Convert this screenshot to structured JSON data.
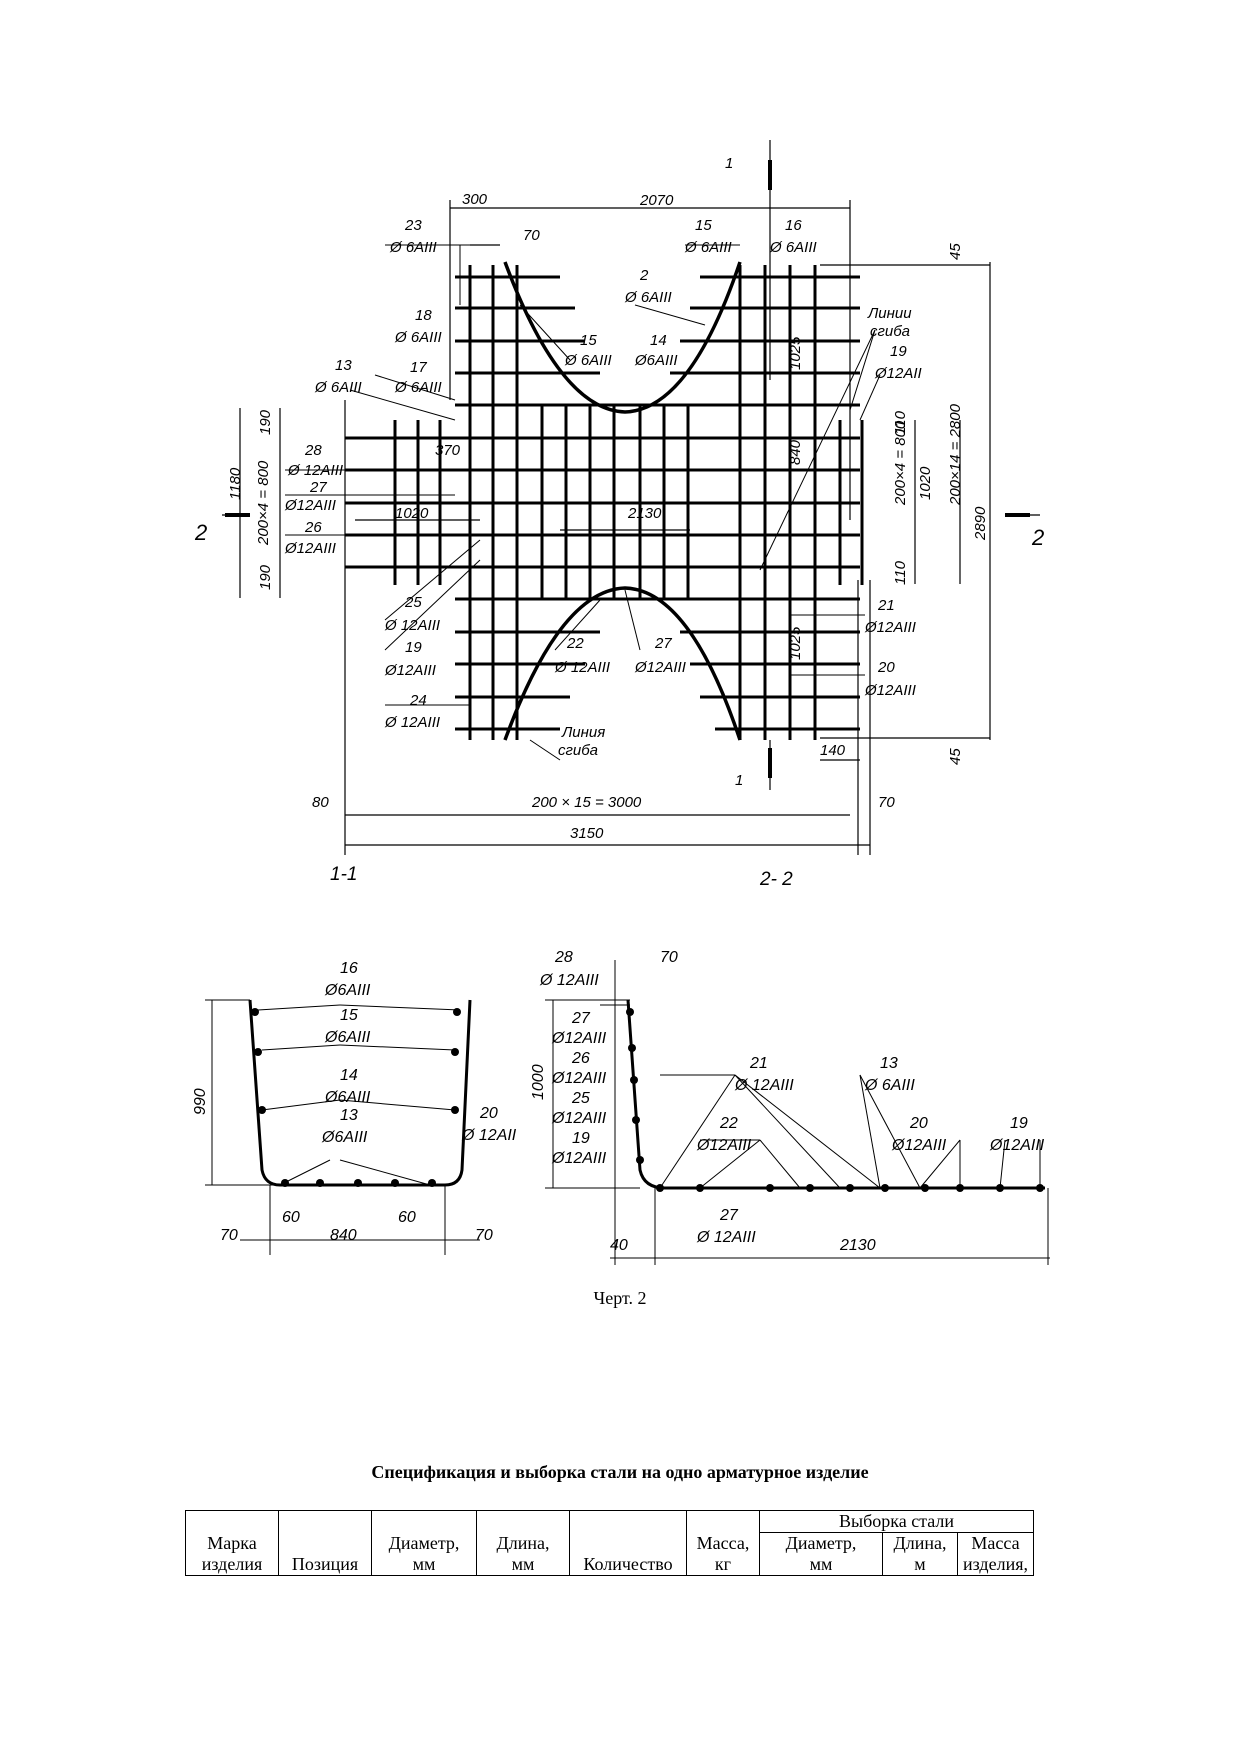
{
  "drawing": {
    "dimensions": {
      "d300": "300",
      "d2070": "2070",
      "d70a": "70",
      "d45a": "45",
      "d45b": "45",
      "d1025a": "1025",
      "d1025b": "1025",
      "d840": "840",
      "d2130": "2130",
      "d1020a": "1020",
      "d1020b": "1020",
      "d370": "370",
      "d190a": "190",
      "d190b": "190",
      "d1180": "1180",
      "d200x4a": "200×4 = 800",
      "d200x4b": "200×4 = 800",
      "d110a": "110",
      "d110b": "110",
      "d200x14": "200×14 = 2800",
      "d2890": "2890",
      "d140": "140",
      "d80": "80",
      "d70b": "70",
      "d200x15": "200 × 15 = 3000",
      "d3150": "3150"
    },
    "callouts": {
      "p23": "23",
      "p23s": "Ø 6AIII",
      "p15a": "15",
      "p15as": "Ø 6AIII",
      "p16a": "16",
      "p16as": "Ø 6AIII",
      "p2": "2",
      "p2s": "Ø 6AIII",
      "p18": "18",
      "p18s": "Ø 6AIII",
      "p15b": "15",
      "p15bs": "Ø 6AIII",
      "p14a": "14",
      "p14as": "Ø6AIII",
      "p13a": "13",
      "p13as": "Ø 6AIII",
      "p17": "17",
      "p17s": "Ø 6AIII",
      "p19a": "19",
      "p19as": "Ø12AII",
      "p28a": "28",
      "p28as": "Ø 12AIII",
      "p27a": "27",
      "p27as": "Ø12AIII",
      "p26a": "26",
      "p26as": "Ø12AIII",
      "p25a": "25",
      "p25as": "Ø 12AIII",
      "p19b": "19",
      "p19bs": "Ø12AIII",
      "p24": "24",
      "p24s": "Ø 12AIII",
      "p22a": "22",
      "p22as": "Ø 12AIII",
      "p27b": "27",
      "p27bs": "Ø12AIII",
      "p21a": "21",
      "p21as": "Ø12AIII",
      "p20a": "20",
      "p20as": "Ø12AIII",
      "linii": "Линии",
      "sgiba1": "сгиба",
      "liniya": "Линия",
      "sgiba2": "сгиба",
      "sec1top": "1",
      "sec1bot": "1",
      "sec2l": "2",
      "sec2r": "2"
    },
    "sections": {
      "s11": "1-1",
      "s22": "2- 2",
      "a16": "16",
      "a16s": "Ø6AIII",
      "a15": "15",
      "a15s": "Ø6AIII",
      "a14": "14",
      "a14s": "Ø6AIII",
      "a13": "13",
      "a13s": "Ø6AIII",
      "a20": "20",
      "a20s": "Ø 12AII",
      "h990": "990",
      "b70a": "70",
      "b60a": "60",
      "b840": "840",
      "b60b": "60",
      "b70b": "70",
      "c28": "28",
      "c28s": "Ø 12AIII",
      "c70": "70",
      "c27": "27",
      "c27s": "Ø12AIII",
      "c26": "26",
      "c26s": "Ø12AIII",
      "c25": "25",
      "c25s": "Ø12AIII",
      "c19": "19",
      "c19s": "Ø12AIII",
      "h1000": "1000",
      "c21": "21",
      "c21s": "Ø 12AIII",
      "c13": "13",
      "c13s": "Ø 6AIII",
      "c22": "22",
      "c22s": "Ø12AIII",
      "c20": "20",
      "c20s": "Ø12AIII",
      "c19b": "19",
      "c19bs": "Ø12AIII",
      "c27b": "27",
      "c27bs": "Ø 12AIII",
      "b40": "40",
      "b2130": "2130"
    }
  },
  "caption": "Черт. 2",
  "spec_title": "Спецификация и выборка стали на одно арматурное изделие",
  "table": {
    "group_header": "Выборка стали",
    "col_mark": [
      "Марка",
      "изделия"
    ],
    "col_position": "Позиция",
    "col_diameter": [
      "Диаметр,",
      "мм"
    ],
    "col_length": [
      "Длина,",
      "мм"
    ],
    "col_quantity": "Количество",
    "col_mass": [
      "Масса,",
      "кг"
    ],
    "sub_diameter": [
      "Диаметр,",
      "мм"
    ],
    "sub_length": [
      "Длина,",
      "м"
    ],
    "sub_mass": [
      "Масса",
      "изделия,"
    ]
  }
}
